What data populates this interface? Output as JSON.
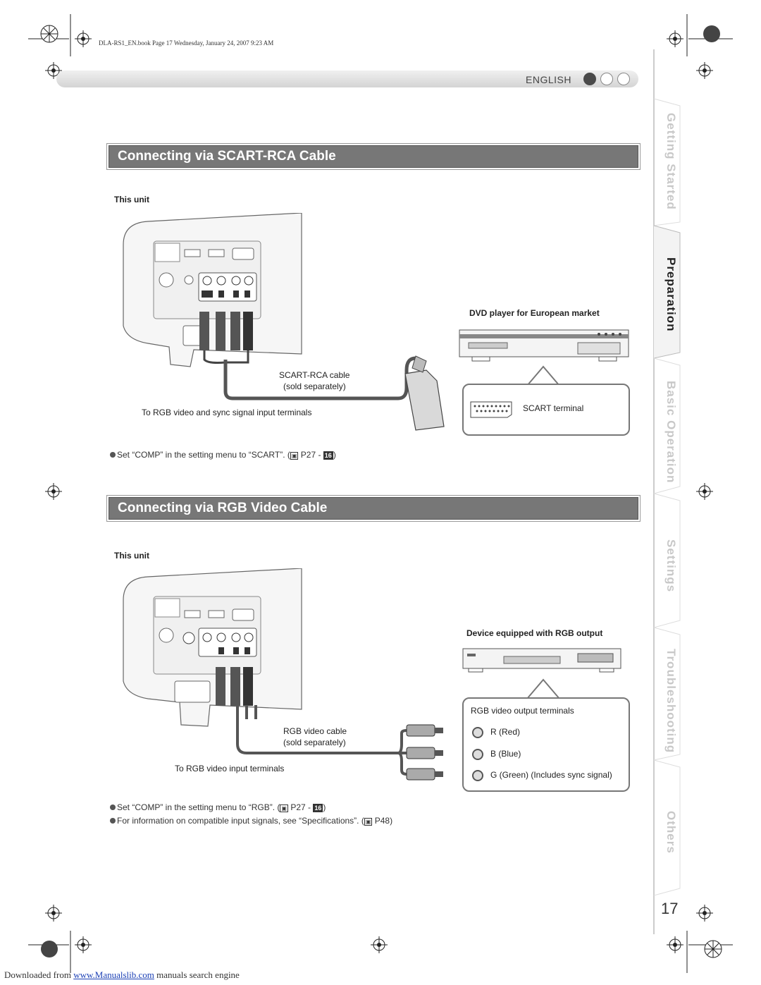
{
  "print_header": "DLA-RS1_EN.book  Page 17  Wednesday, January 24, 2007  9:23 AM",
  "language": "ENGLISH",
  "side_tabs": [
    {
      "label": "Getting Started",
      "active": false
    },
    {
      "label": "Preparation",
      "active": true
    },
    {
      "label": "Basic Operation",
      "active": false
    },
    {
      "label": "Settings",
      "active": false
    },
    {
      "label": "Troubleshooting",
      "active": false
    },
    {
      "label": "Others",
      "active": false
    }
  ],
  "section1": {
    "title": "Connecting via SCART-RCA Cable",
    "this_unit": "This unit",
    "device": "DVD player for European market",
    "cable_line1": "SCART-RCA cable",
    "cable_line2": "(sold separately)",
    "to_terminals": "To RGB video and sync signal input terminals",
    "terminal": "SCART terminal",
    "note_prefix": "Set “COMP” in the setting menu to “SCART”. (",
    "note_ref": "P27",
    "note_dash": " - ",
    "note_badge": "16",
    "note_suffix": ")"
  },
  "section2": {
    "title": "Connecting via RGB Video Cable",
    "this_unit": "This unit",
    "device": "Device equipped with RGB output",
    "output_terminals": "RGB video output terminals",
    "terminal_r": "R (Red)",
    "terminal_b": "B (Blue)",
    "terminal_g": "G (Green) (Includes sync signal)",
    "cable_line1": "RGB video cable",
    "cable_line2": "(sold separately)",
    "to_terminals": "To RGB video input terminals",
    "note1_prefix": "Set “COMP” in the setting menu to “RGB”. (",
    "note1_ref": "P27",
    "note1_dash": " - ",
    "note1_badge": "16",
    "note1_suffix": ")",
    "note2_prefix": "For information on compatible input signals, see “Specifications”. (",
    "note2_ref": "P48",
    "note2_suffix": ")"
  },
  "page_number": "17",
  "footer": {
    "prefix": "Downloaded from ",
    "link": "www.Manualslib.com",
    "suffix": " manuals search engine"
  }
}
